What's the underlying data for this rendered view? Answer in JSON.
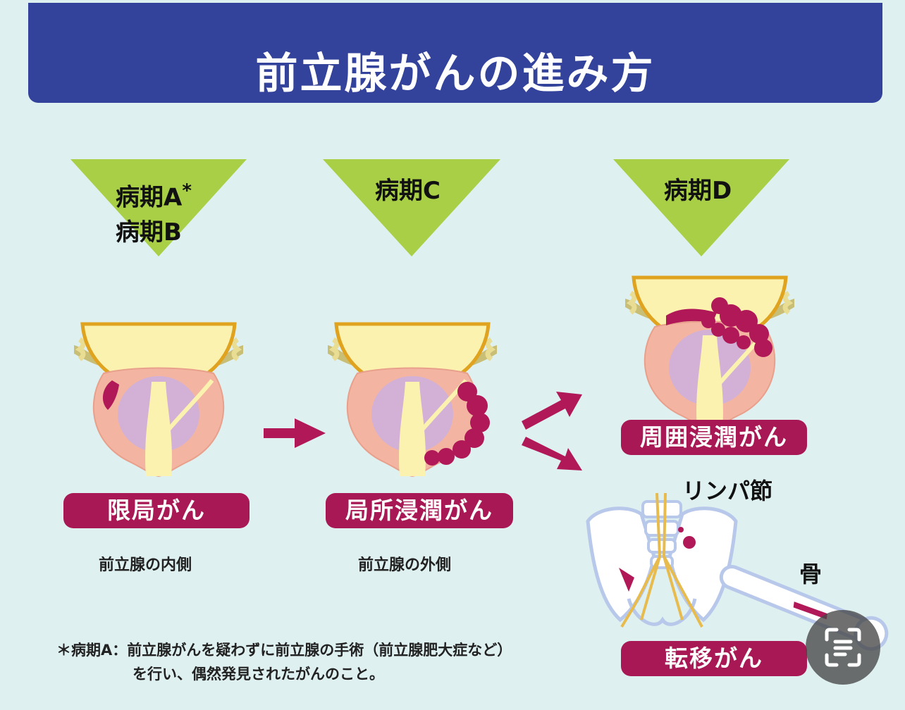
{
  "title": "前立腺がんの進み方",
  "stages": [
    {
      "line1": "病期A",
      "asterisk": "*",
      "line2": "病期B"
    },
    {
      "line1": "病期C"
    },
    {
      "line1": "病期D"
    }
  ],
  "labels": {
    "localized": "限局がん",
    "local_invasion": "局所浸潤がん",
    "surrounding_invasion": "周囲浸潤がん",
    "metastasis": "転移がん",
    "lymph_node": "リンパ節",
    "bone": "骨"
  },
  "captions": {
    "inner": "前立腺の内側",
    "outer": "前立腺の外側"
  },
  "footnote": {
    "line1": "＊病期A：前立腺がんを疑わずに前立腺の手術（前立腺肥大症など）",
    "line2": "を行い、偶然発見されたがんのこと。"
  },
  "colors": {
    "banner": "#33429a",
    "stage_triangle": "#a8cf45",
    "label_pill": "#a81854",
    "tumor": "#b01858",
    "arrow": "#b01858",
    "prostate": "#f3b5a1",
    "inner_zone": "#d3b1d6",
    "bladder": "#fbf2b0",
    "bladder_rim": "#e0a320"
  },
  "icons": [
    "scan-text-icon"
  ]
}
